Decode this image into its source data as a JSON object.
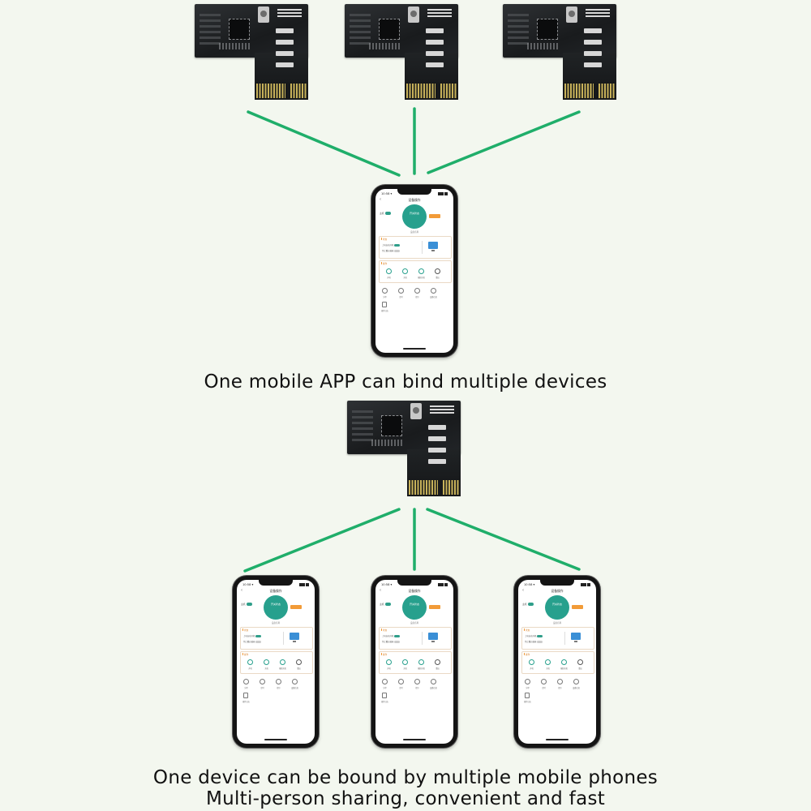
{
  "captions": {
    "top": "One mobile APP can bind multiple devices",
    "bottom_line1": "One device can be bound by multiple mobile phones",
    "bottom_line2": "Multi-person sharing, convenient and fast"
  },
  "colors": {
    "background": "#f3f7ef",
    "connector": "#1fae6a",
    "app_teal": "#27a08d",
    "app_orange": "#f29b38"
  },
  "app_screen": {
    "time": "10:58 ▾",
    "nav_title": "设备操作",
    "switch_label": "主机",
    "status_circle": "开关状态",
    "device_name": "设备名称",
    "card_status_title": "状态",
    "card_status_row1": "上电自动开机",
    "card_status_row2": "禁止重启插座",
    "card_ops_title": "操作",
    "ops": [
      "开机",
      "关机",
      "强制关机",
      "重启"
    ],
    "tools": [
      "分享",
      "定时",
      "提示",
      "设备信息"
    ],
    "extra_tool": "操作日志"
  }
}
